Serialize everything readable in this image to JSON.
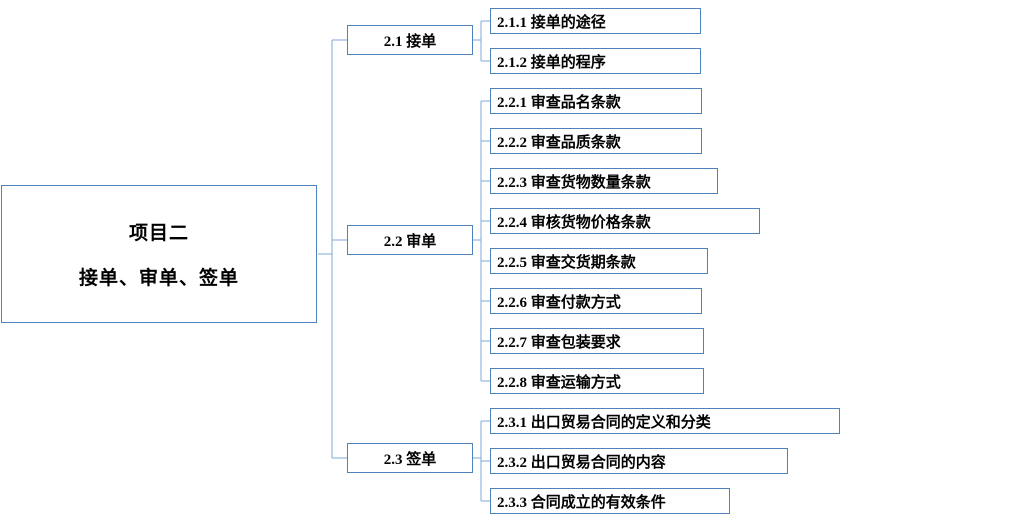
{
  "diagram": {
    "root": {
      "title": "项目二",
      "subtitle": "接单、审单、签单"
    },
    "branches": [
      {
        "label": "2.1 接单",
        "children": [
          "2.1.1 接单的途径",
          "2.1.2 接单的程序"
        ]
      },
      {
        "label": "2.2 审单",
        "children": [
          "2.2.1 审查品名条款",
          "2.2.2 审查品质条款",
          "2.2.3 审查货物数量条款",
          "2.2.4 审核货物价格条款",
          "2.2.5 审查交货期条款",
          "2.2.6 审查付款方式",
          "2.2.7 审查包装要求",
          "2.2.8 审查运输方式"
        ]
      },
      {
        "label": "2.3 签单",
        "children": [
          "2.3.1 出口贸易合同的定义和分类",
          "2.3.2 出口贸易合同的内容",
          "2.3.3 合同成立的有效条件"
        ]
      }
    ]
  },
  "colors": {
    "line": "#7da7d8",
    "border": "#4f81bd",
    "text": "#000000",
    "background": "#ffffff"
  }
}
